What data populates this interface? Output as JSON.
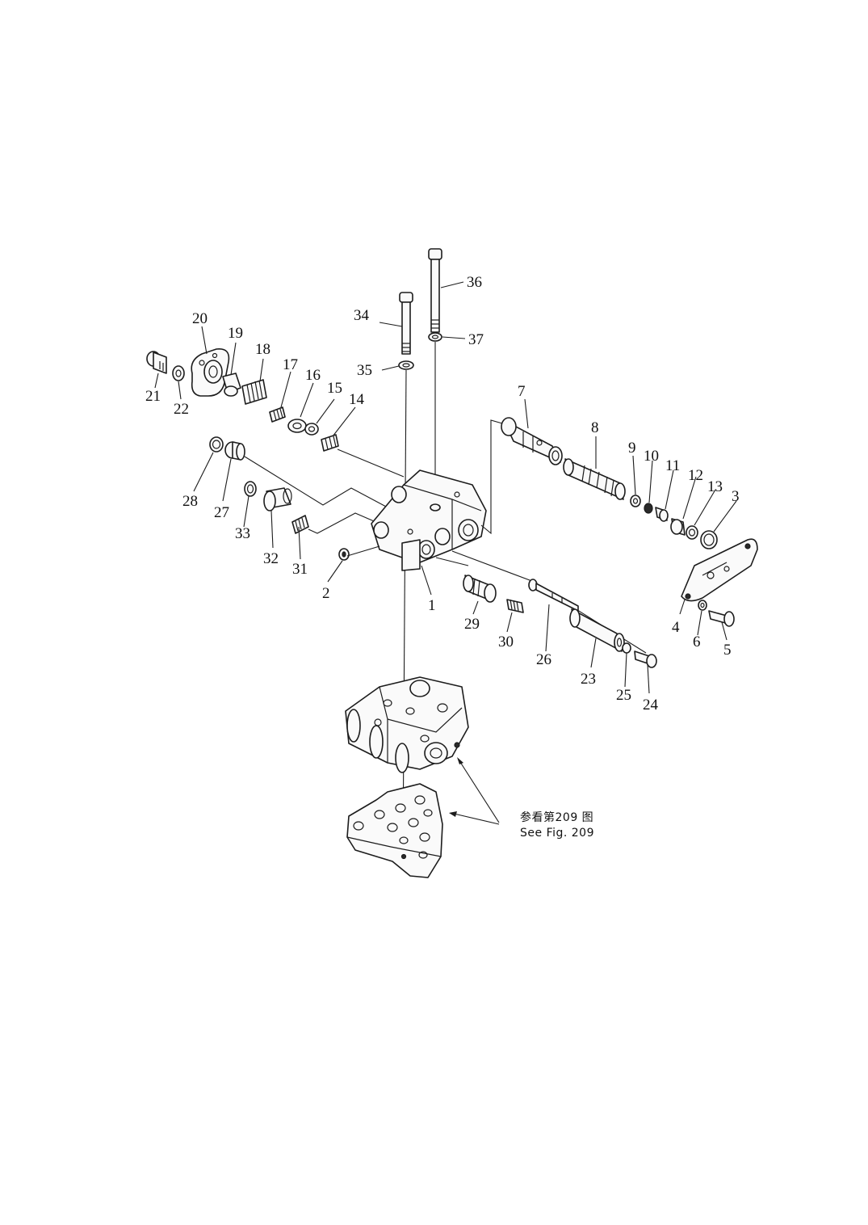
{
  "diagram": {
    "callouts": {
      "p1": "1",
      "p2": "2",
      "p3": "3",
      "p4": "4",
      "p5": "5",
      "p6": "6",
      "p7": "7",
      "p8": "8",
      "p9": "9",
      "p10": "10",
      "p11": "11",
      "p12": "12",
      "p13": "13",
      "p14": "14",
      "p15": "15",
      "p16": "16",
      "p17": "17",
      "p18": "18",
      "p19": "19",
      "p20": "20",
      "p21": "21",
      "p22": "22",
      "p23": "23",
      "p24": "24",
      "p25": "25",
      "p26": "26",
      "p27": "27",
      "p28": "28",
      "p29": "29",
      "p30": "30",
      "p31": "31",
      "p32": "32",
      "p33": "33",
      "p34": "34",
      "p35": "35",
      "p36": "36",
      "p37": "37"
    },
    "reference": {
      "chinese": "参看第209 图",
      "english": "See Fig. 209"
    }
  }
}
